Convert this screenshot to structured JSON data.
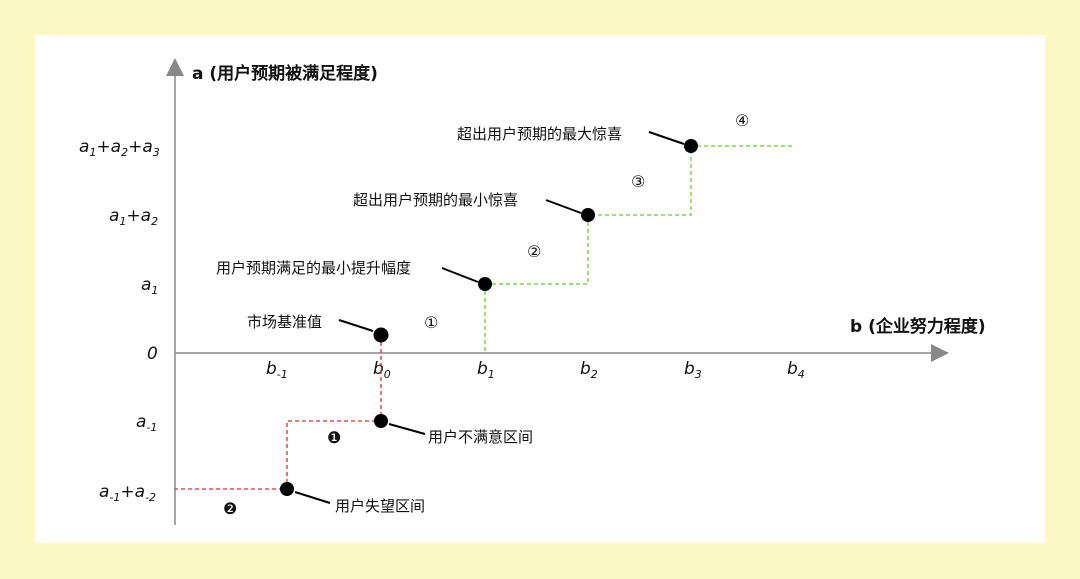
{
  "axes": {
    "y_title": "a (用户预期被满足程度)",
    "x_title": "b (企业努力程度)",
    "zero_label": "0"
  },
  "y_ticks": [
    {
      "base": [
        "a",
        "+a",
        "+a"
      ],
      "subs": [
        "1",
        "2",
        "3"
      ]
    },
    {
      "base": [
        "a",
        "+a"
      ],
      "subs": [
        "1",
        "2"
      ]
    },
    {
      "base": [
        "a"
      ],
      "subs": [
        "1"
      ]
    },
    {
      "base": [
        "a"
      ],
      "subs": [
        "-1"
      ]
    },
    {
      "base": [
        "a",
        "+a"
      ],
      "subs": [
        "-1",
        "-2"
      ]
    }
  ],
  "x_ticks": [
    {
      "base": "b",
      "sub": "-1"
    },
    {
      "base": "b",
      "sub": "0"
    },
    {
      "base": "b",
      "sub": "1"
    },
    {
      "base": "b",
      "sub": "2"
    },
    {
      "base": "b",
      "sub": "3"
    },
    {
      "base": "b",
      "sub": "4"
    }
  ],
  "annotations": {
    "baseline": "市场基准值",
    "min_lift": "用户预期满足的最小提升幅度",
    "min_surprise": "超出用户预期的最小惊喜",
    "max_surprise": "超出用户预期的最大惊喜",
    "dissatisfied": "用户不满意区间",
    "disappointed": "用户失望区间"
  },
  "zone_markers": {
    "z1": "①",
    "z2": "②",
    "z3": "③",
    "z4": "④",
    "neg1": "❶",
    "neg2": "❷"
  },
  "colors": {
    "background": "#fdf9c4",
    "positive_steps": "#66cc33",
    "negative_steps": "#cc3333",
    "axis": "#888888",
    "point": "#000000"
  }
}
